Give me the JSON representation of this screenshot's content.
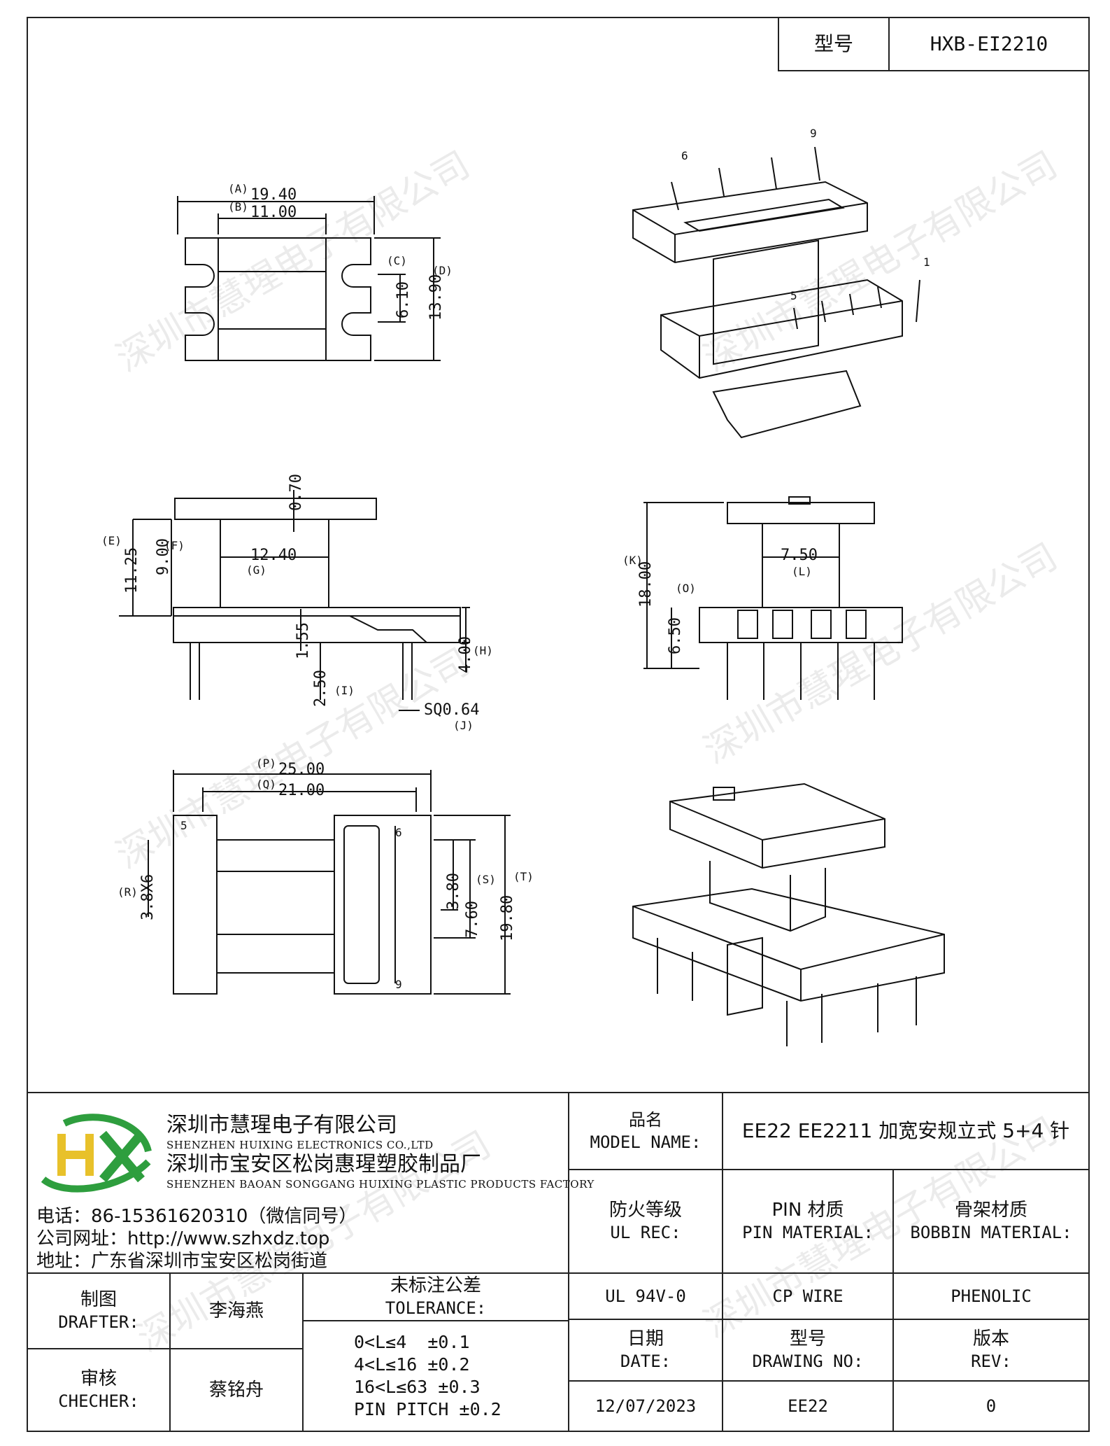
{
  "header": {
    "model_label": "型号",
    "model_value": "HXB-EI2210"
  },
  "watermark": "深圳市慧瑆电子有限公司",
  "drawing": {
    "top_view": {
      "A": "(A)",
      "A_val": "19.40",
      "B": "(B)",
      "B_val": "11.00",
      "C": "(C)",
      "C_val": "6.10",
      "D": "(D)",
      "D_val": "13.90"
    },
    "iso_top": {
      "pin6": "6",
      "pin9": "9",
      "pin5": "5",
      "pin1": "1"
    },
    "side_view": {
      "top_val": "0.70",
      "E": "(E)",
      "E_val": "11.25",
      "F": "(F)",
      "F_val": "9.00",
      "G": "(G)",
      "G_val": "12.40",
      "mid_val": "1.55",
      "H": "(H)",
      "H_val": "4.00",
      "I": "(I)",
      "I_val": "2.50",
      "J": "(J)",
      "J_val": "SQ0.64"
    },
    "front_view": {
      "K": "(K)",
      "K_val": "18.00",
      "L": "(L)",
      "L_val": "7.50",
      "O": "(O)",
      "O_val": "6.50"
    },
    "bottom_view": {
      "P": "(P)",
      "P_val": "25.00",
      "Q": "(Q)",
      "Q_val": "21.00",
      "R": "(R)",
      "R_val": "3.8X6",
      "S": "(S)",
      "S_val": "7.60",
      "S_inner": "3.80",
      "T": "(T)",
      "T_val": "19.80",
      "pin5": "5",
      "pin6": "6",
      "pin9": "9"
    }
  },
  "company": {
    "name1_cn": "深圳市慧瑆电子有限公司",
    "name1_en": "SHENZHEN HUIXING ELECTRONICS CO.,LTD",
    "name2_cn": "深圳市宝安区松岗惠瑆塑胶制品厂",
    "name2_en": "SHENZHEN BAOAN SONGGANG HUIXING PLASTIC PRODUCTS FACTORY",
    "phone": "电话：86-15361620310（微信同号）",
    "website": "公司网址：http://www.szhxdz.top",
    "address": "地址：广东省深圳市宝安区松岗街道",
    "logo_text": "HX",
    "colors": {
      "logo_green": "#2e9e3e",
      "logo_yellow": "#e8c12a"
    }
  },
  "title_block": {
    "model_name_label_cn": "品名",
    "model_name_label_en": "MODEL NAME:",
    "model_name_value": "EE22 EE2211 加宽安规立式 5+4 针",
    "fire_cn": "防火等级",
    "fire_en": "UL REC:",
    "pin_mat_cn": "PIN 材质",
    "pin_mat_en": "PIN MATERIAL:",
    "bobbin_cn": "骨架材质",
    "bobbin_en": "BOBBIN MATERIAL:",
    "fire_value": "UL 94V-0",
    "pin_value": "CP WIRE",
    "bobbin_value": "PHENOLIC",
    "drafter_cn": "制图",
    "drafter_en": "DRAFTER:",
    "drafter_name": "李海燕",
    "checker_cn": "审核",
    "checker_en": "CHECHER:",
    "checker_name": "蔡铭舟",
    "tol_cn": "未标注公差",
    "tol_en": "TOLERANCE:",
    "tol_1": "0<L≤4  ±0.1",
    "tol_2": "4<L≤16 ±0.2",
    "tol_3": "16<L≤63 ±0.3",
    "tol_4": "PIN PITCH ±0.2",
    "date_cn": "日期",
    "date_en": "DATE:",
    "date_value": "12/07/2023",
    "dwg_cn": "型号",
    "dwg_en": "DRAWING NO:",
    "dwg_value": "EE22",
    "rev_cn": "版本",
    "rev_en": "REV:",
    "rev_value": "0"
  }
}
